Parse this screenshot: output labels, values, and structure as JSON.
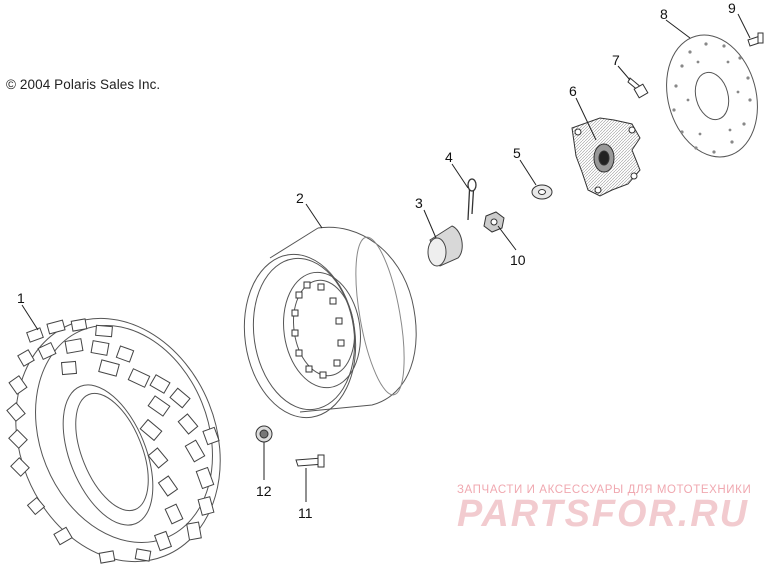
{
  "copyright": "© 2004 Polaris Sales Inc.",
  "watermark": {
    "caption": "ЗАПЧАСТИ И АКСЕССУАРЫ ДЛЯ МОТОТЕХНИКИ",
    "logo_text": "PARTSFOR.RU",
    "color": "#e8a0a8"
  },
  "callouts": [
    {
      "id": "1",
      "part": "tire"
    },
    {
      "id": "2",
      "part": "wheel-rim"
    },
    {
      "id": "3",
      "part": "hub-cap"
    },
    {
      "id": "4",
      "part": "cotter-pin"
    },
    {
      "id": "5",
      "part": "washer"
    },
    {
      "id": "6",
      "part": "wheel-hub"
    },
    {
      "id": "7",
      "part": "hub-bolt"
    },
    {
      "id": "8",
      "part": "brake-disc"
    },
    {
      "id": "9",
      "part": "disc-screw"
    },
    {
      "id": "10",
      "part": "castle-nut"
    },
    {
      "id": "11",
      "part": "valve-stem"
    },
    {
      "id": "12",
      "part": "lug-nut"
    }
  ]
}
